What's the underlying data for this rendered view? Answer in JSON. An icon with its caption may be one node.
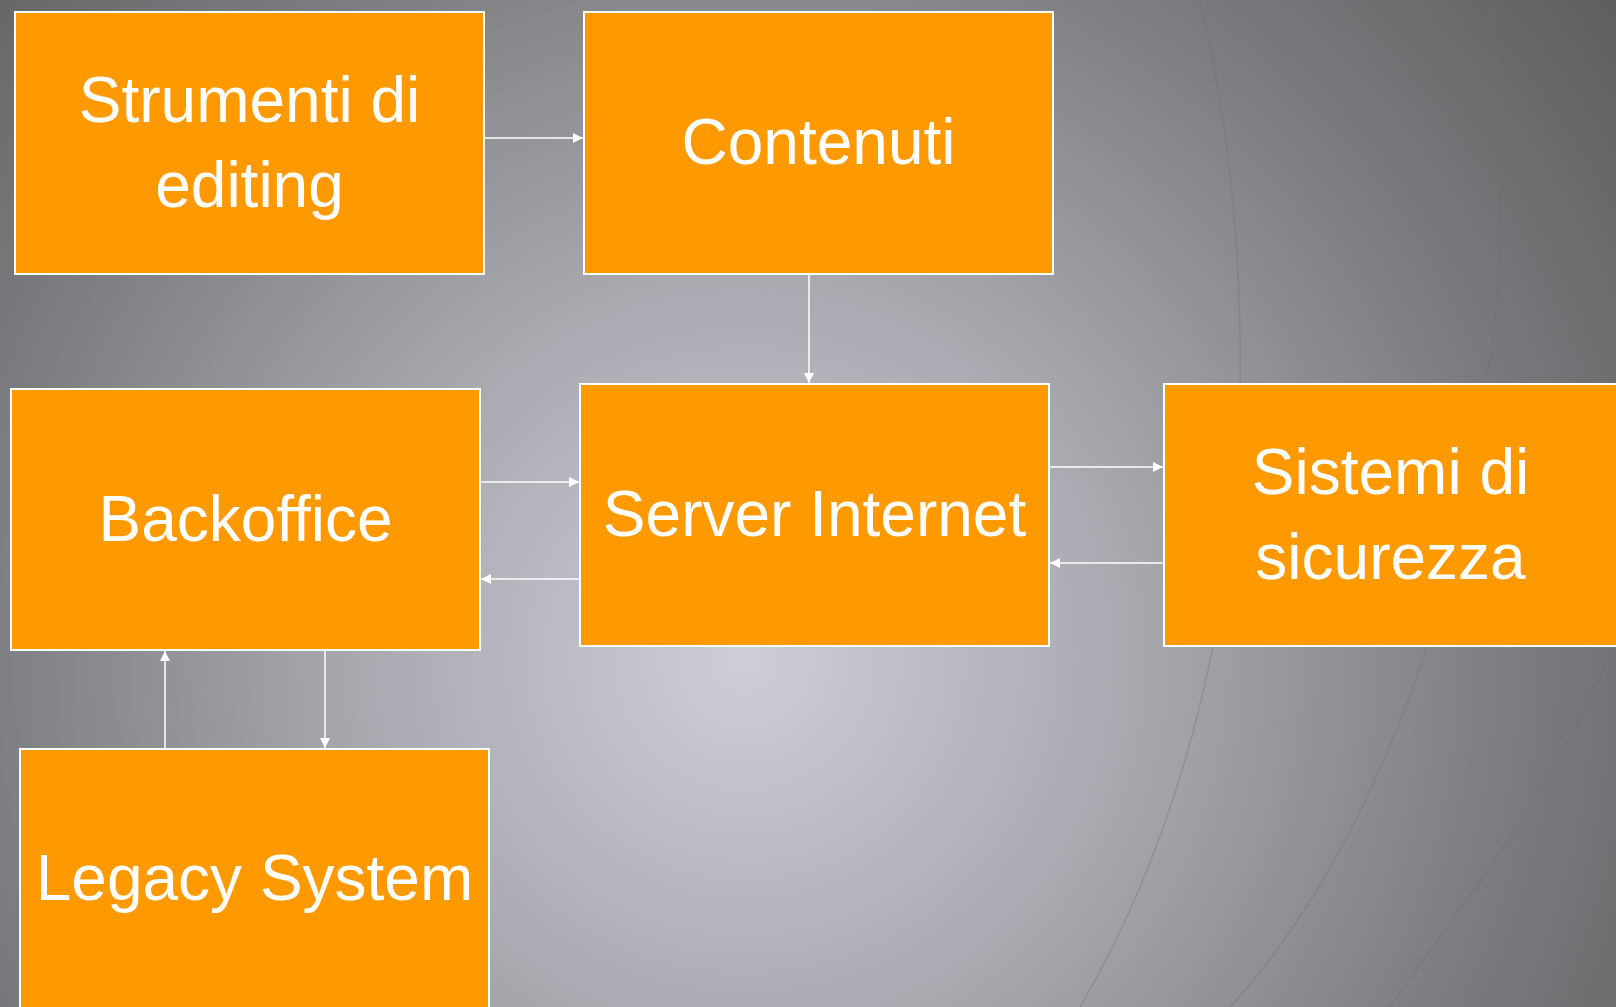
{
  "diagram": {
    "nodes": [
      {
        "text": [
          "Strumenti di editing"
        ]
      },
      {
        "text": [
          "Contenuti"
        ]
      },
      {
        "text": [
          "Backoffice"
        ]
      },
      {
        "text": [
          "Server Internet"
        ]
      },
      {
        "text": [
          "Sistemi di sicurezza"
        ]
      },
      {
        "text": [
          "Legacy System"
        ]
      }
    ],
    "edges": [
      {
        "from": 0,
        "to": 1,
        "arrow": "to"
      },
      {
        "from": 1,
        "to": 3,
        "arrow": "to"
      },
      {
        "from": 2,
        "to": 3,
        "arrow": "to"
      },
      {
        "from": 3,
        "to": 2,
        "arrow": "to"
      },
      {
        "from": 3,
        "to": 4,
        "arrow": "to"
      },
      {
        "from": 4,
        "to": 3,
        "arrow": "to"
      },
      {
        "from": 5,
        "to": 2,
        "arrow": "to"
      },
      {
        "from": 2,
        "to": 5,
        "arrow": "to"
      }
    ]
  }
}
